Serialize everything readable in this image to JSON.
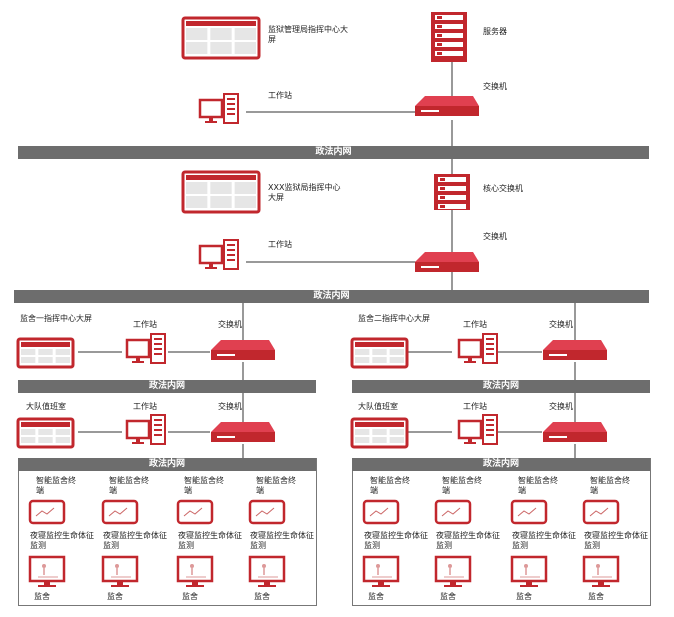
{
  "accent": "#c1272d",
  "band_color": "#6d6d6d",
  "top_section": {
    "screen_label": "监狱管理局指挥中心大屏",
    "server_label": "服务器",
    "workstation_label": "工作站",
    "switch_label": "交换机"
  },
  "band_1": "政法内网",
  "mid_section": {
    "screen_label": "XXX监狱局指挥中心大屏",
    "core_switch_label": "核心交换机",
    "workstation_label": "工作站",
    "switch_label": "交换机"
  },
  "band_2": "政法内网",
  "left_branch": {
    "screen_label": "监舍一指挥中心大屏",
    "workstation_label": "工作站",
    "switch_label": "交换机",
    "band": "政法内网",
    "duty_label": "大队值班室",
    "workstation_label_2": "工作站",
    "switch_label_2": "交换机",
    "band_2": "政法内网",
    "terminal_label": "智能监舍终端",
    "vital_label": "夜寝监控生命体征监测",
    "cell_label": "监舍"
  },
  "right_branch": {
    "screen_label": "监舍二指挥中心大屏",
    "workstation_label": "工作站",
    "switch_label": "交换机",
    "band": "政法内网",
    "duty_label": "大队值班室",
    "workstation_label_2": "工作站",
    "switch_label_2": "交换机",
    "band_2": "政法内网",
    "terminal_label": "智能监舍终端",
    "vital_label": "夜寝监控生命体征监测",
    "cell_label": "监舍"
  }
}
